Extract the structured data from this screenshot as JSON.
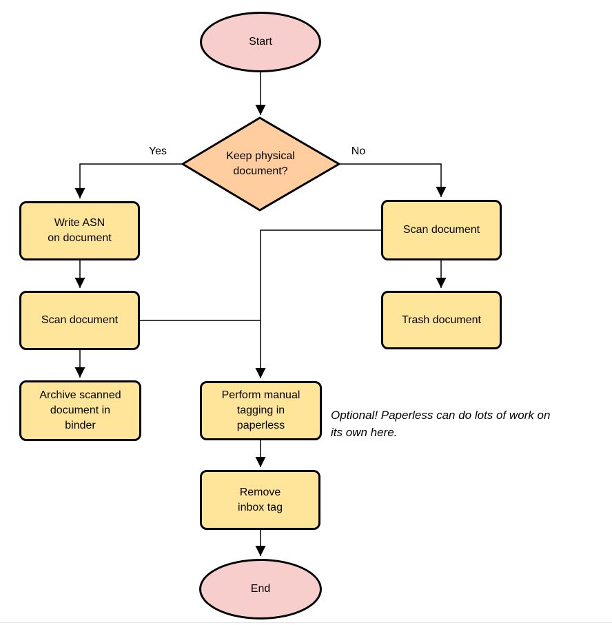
{
  "nodes": {
    "start": {
      "label": "Start"
    },
    "decision": {
      "label": "Keep physical\ndocument?"
    },
    "write_asn": {
      "label": "Write ASN\non document"
    },
    "scan_left": {
      "label": "Scan document"
    },
    "archive": {
      "label": "Archive scanned\ndocument in\nbinder"
    },
    "scan_right": {
      "label": "Scan document"
    },
    "trash": {
      "label": "Trash document"
    },
    "tagging": {
      "label": "Perform manual\ntagging in\npaperless"
    },
    "remove_inbox": {
      "label": "Remove\ninbox tag"
    },
    "end": {
      "label": "End"
    }
  },
  "edge_labels": {
    "yes": "Yes",
    "no": "No"
  },
  "note": {
    "text": "Optional! Paperless can do lots of work on\nits own here."
  },
  "colors": {
    "terminal_fill": "#F8CECC",
    "process_fill": "#FFE599",
    "decision_fill": "#FFCD9E",
    "stroke": "#000000",
    "background": "#FFFFFF"
  }
}
